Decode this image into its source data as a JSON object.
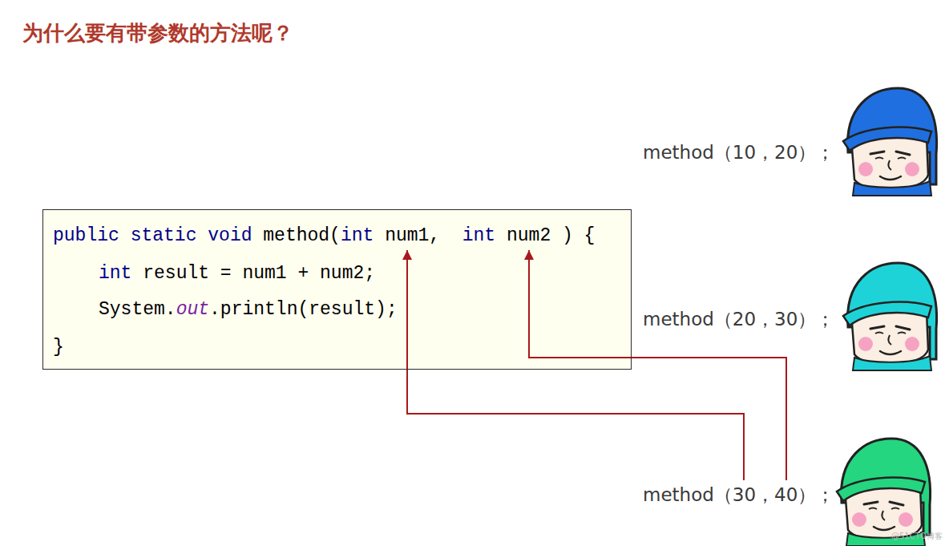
{
  "diagram": {
    "title": "为什么要有带参数的方法呢？",
    "nodes": [
      {
        "text": [
          "public static void method(int num1,  int num2 ) {",
          "int result = num1 + num2;",
          "System.out.println(result);",
          "}"
        ]
      }
    ],
    "labels": [
      "method（10，20）；",
      "method（20，30）；",
      "method（30，40）；",
      "@51CTO博客"
    ]
  }
}
